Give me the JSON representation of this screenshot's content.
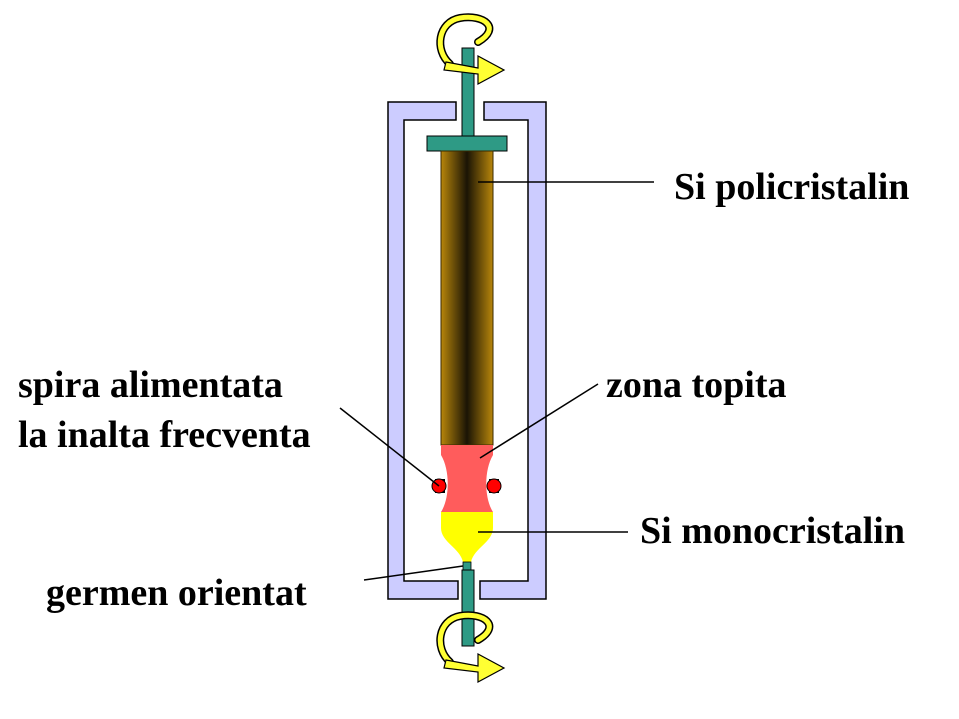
{
  "labels": {
    "polycrystalline": "Si  policristalin",
    "coil_line1": "spira alimentata",
    "coil_line2": "la inalta frecventa",
    "molten_zone": "zona topita",
    "monocrystalline": "Si  monocristalin",
    "seed": "germen  orientat"
  },
  "icons": {
    "rotation_top": "rotation-arrow-icon",
    "rotation_bottom": "rotation-arrow-icon"
  },
  "colors": {
    "chamber": "#ccccff",
    "chamber_stroke": "#000000",
    "rod": "#2e9a85",
    "rotation_arrow": "#ffff33",
    "polycrystal_dark": "#1a1405",
    "polycrystal_light": "#b8860b",
    "molten_zone": "#ff5c5c",
    "monocrystal": "#ffff00",
    "coil": "#ff0000"
  }
}
